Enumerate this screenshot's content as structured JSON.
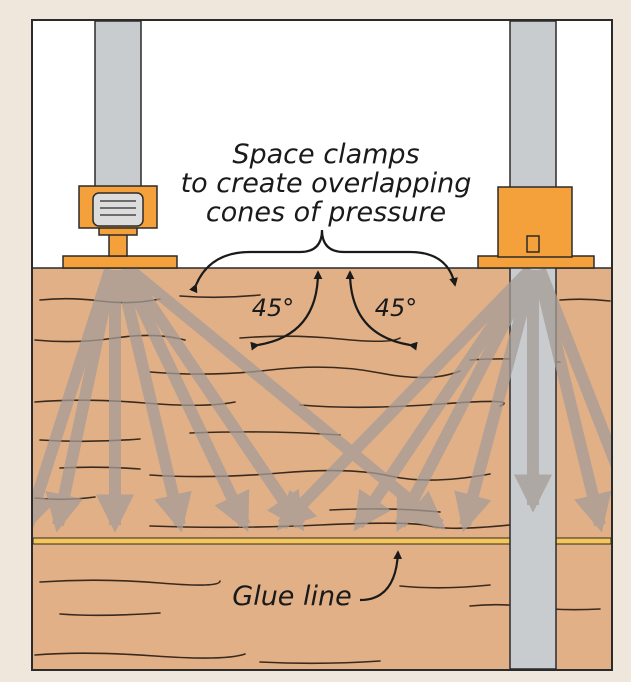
{
  "annotation": {
    "lines": [
      "Space clamps",
      "to create overlapping",
      "cones of pressure"
    ]
  },
  "angles": {
    "left": "45°",
    "right": "45°"
  },
  "glue_label": "Glue line",
  "colors": {
    "background": "#efe7db",
    "wood": "#e1b087",
    "glue": "#f6c758",
    "clamp_orange": "#f4a13b",
    "clamp_bar": "#c8cccf",
    "pressure_arrow": "#a69d97",
    "frame": "#2b2b2b"
  }
}
